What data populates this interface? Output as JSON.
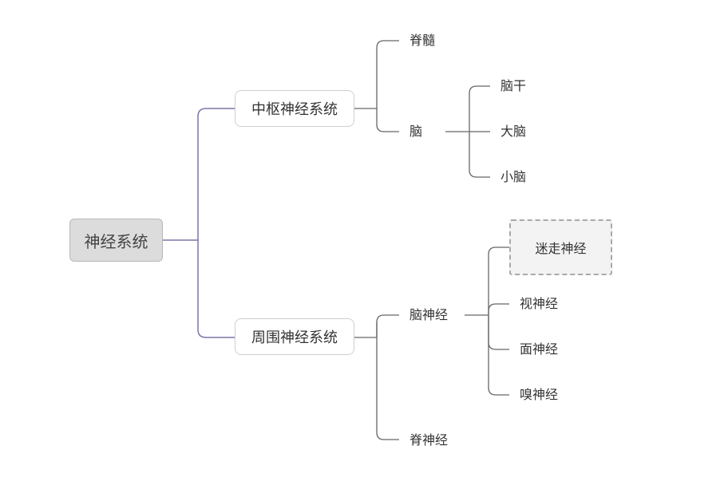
{
  "mindmap": {
    "root": "神经系统",
    "central": {
      "label": "中枢神经系统",
      "spinal_cord": "脊髓",
      "brain": "脑",
      "brain_parts": [
        "脑干",
        "大脑",
        "小脑"
      ]
    },
    "peripheral": {
      "label": "周围神经系统",
      "cranial": "脑神经",
      "cranial_nerves": [
        "迷走神经",
        "视神经",
        "面神经",
        "嗅神经"
      ],
      "spinal": "脊神经"
    }
  },
  "colors": {
    "root_link": "#7b77a8",
    "link": "#666666",
    "root_fill": "#dcdcdc",
    "selected_border": "#a9a9a9"
  }
}
